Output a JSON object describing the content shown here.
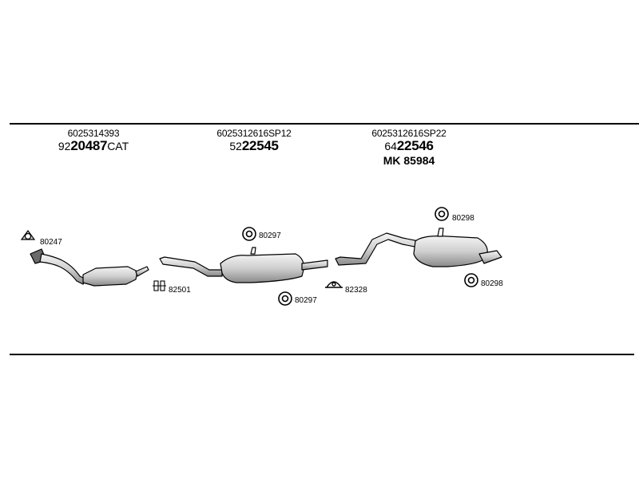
{
  "groups": [
    {
      "ref": "6025314393",
      "code_prefix": "92",
      "code_num": "20487",
      "code_suffix": "CAT",
      "extra": ""
    },
    {
      "ref": "6025312616SP12",
      "code_prefix": "52",
      "code_num": "22545",
      "code_suffix": "",
      "extra": ""
    },
    {
      "ref": "6025312616SP22",
      "code_prefix": "64",
      "code_num": "22546",
      "code_suffix": "",
      "extra": "MK 85984"
    }
  ],
  "callouts": {
    "gasket": "80247",
    "clamp": "82501",
    "ring_mid_top": "80297",
    "ring_mid_bottom": "80297",
    "mount": "82328",
    "ring_rear_top": "80298",
    "ring_rear_bottom": "80298"
  }
}
